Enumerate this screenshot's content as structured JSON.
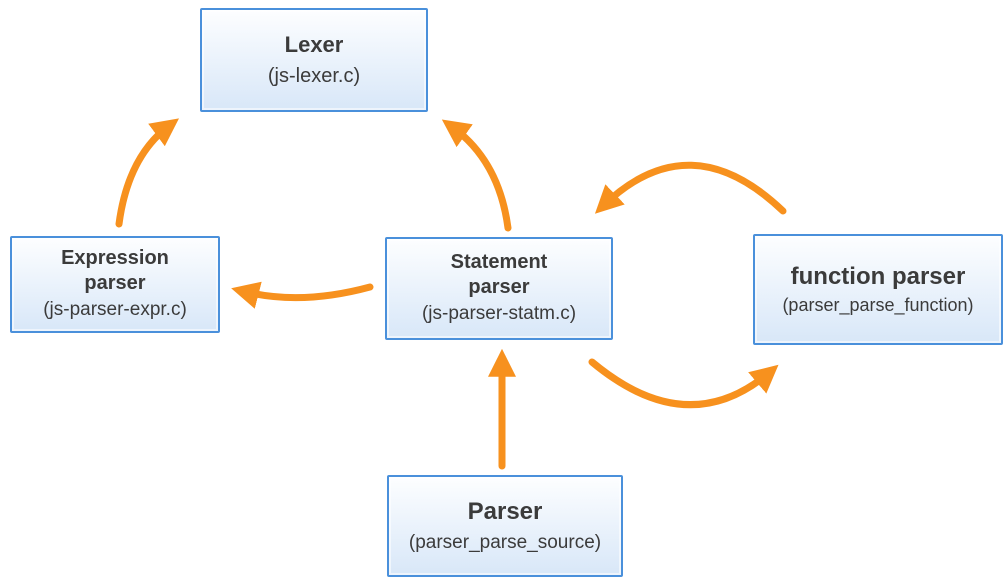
{
  "colors": {
    "arrow": "#F7911E",
    "box_border": "#4A90DB",
    "box_fill_top": "#FDFEFF",
    "box_fill_bottom": "#D8E7F8",
    "text": "#3B3B3B",
    "page_bg": "#FFFFFF"
  },
  "diagram": {
    "nodes": {
      "lexer": {
        "title": "Lexer",
        "subtitle": "(js-lexer.c)"
      },
      "expression_parser": {
        "title": "Expression parser",
        "subtitle": "(js-parser-expr.c)"
      },
      "statement_parser": {
        "title": "Statement parser",
        "subtitle": "(js-parser-statm.c)"
      },
      "function_parser": {
        "title": "function parser",
        "subtitle": "(parser_parse_function)"
      },
      "parser": {
        "title": "Parser",
        "subtitle": "(parser_parse_source)"
      }
    },
    "edges": [
      {
        "from": "expression_parser",
        "to": "lexer"
      },
      {
        "from": "statement_parser",
        "to": "lexer"
      },
      {
        "from": "statement_parser",
        "to": "expression_parser"
      },
      {
        "from": "function_parser",
        "to": "statement_parser"
      },
      {
        "from": "statement_parser",
        "to": "function_parser"
      },
      {
        "from": "parser",
        "to": "statement_parser"
      }
    ]
  }
}
